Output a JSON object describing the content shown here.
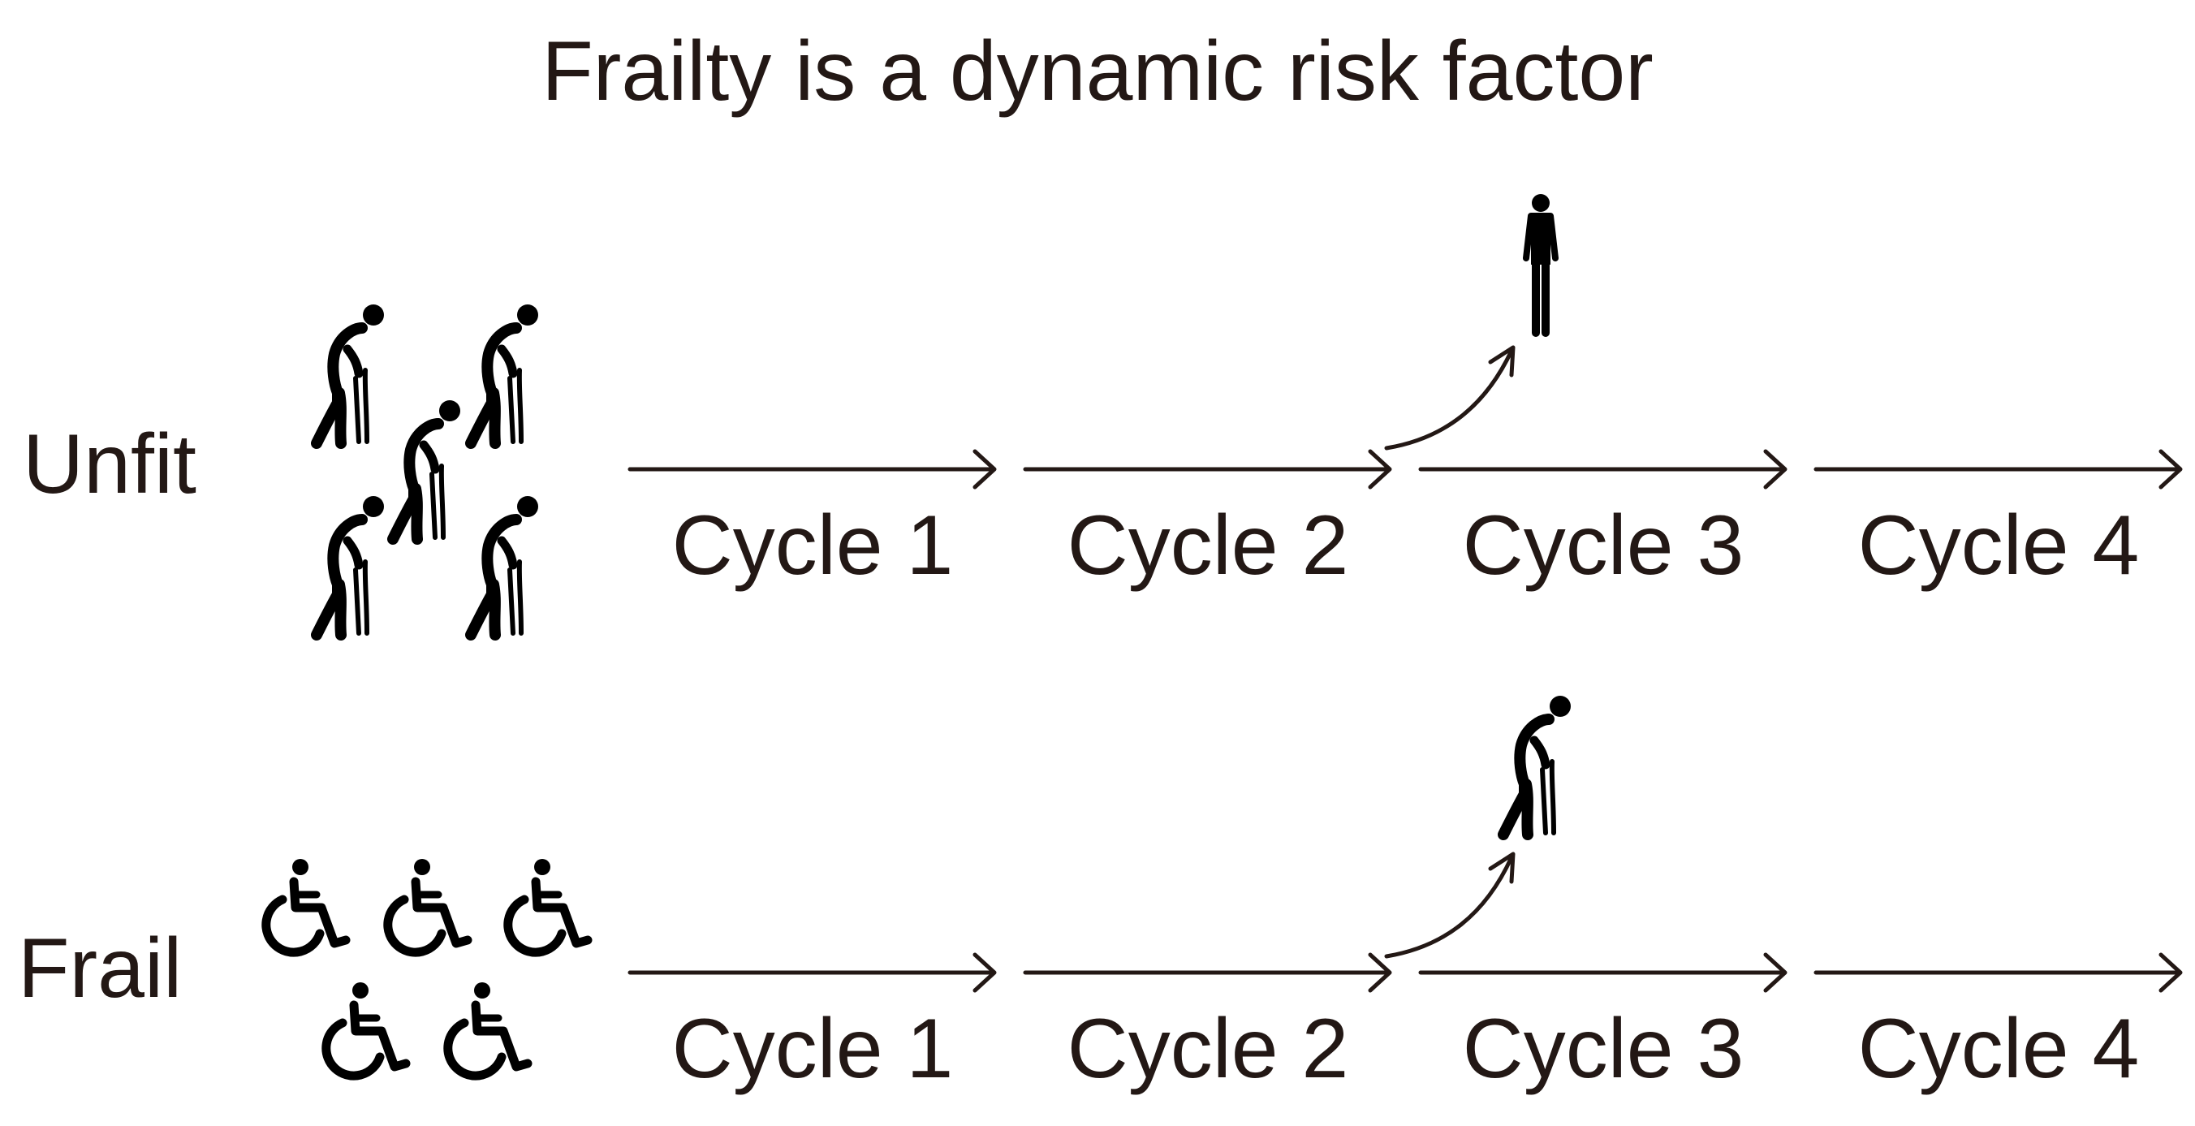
{
  "title": "Frailty is a dynamic risk factor",
  "rows": [
    {
      "label": "Unfit",
      "group_icon": "elderly-person-with-cane-icon",
      "group_count": 5,
      "transition_icon": "standing-person-icon",
      "cycles": [
        "Cycle 1",
        "Cycle 2",
        "Cycle 3",
        "Cycle 4"
      ]
    },
    {
      "label": "Frail",
      "group_icon": "wheelchair-user-icon",
      "group_count": 5,
      "transition_icon": "elderly-person-with-cane-icon",
      "cycles": [
        "Cycle 1",
        "Cycle 2",
        "Cycle 3",
        "Cycle 4"
      ]
    }
  ],
  "colors": {
    "ink": "#231815",
    "icon": "#000000",
    "background": "#ffffff"
  }
}
